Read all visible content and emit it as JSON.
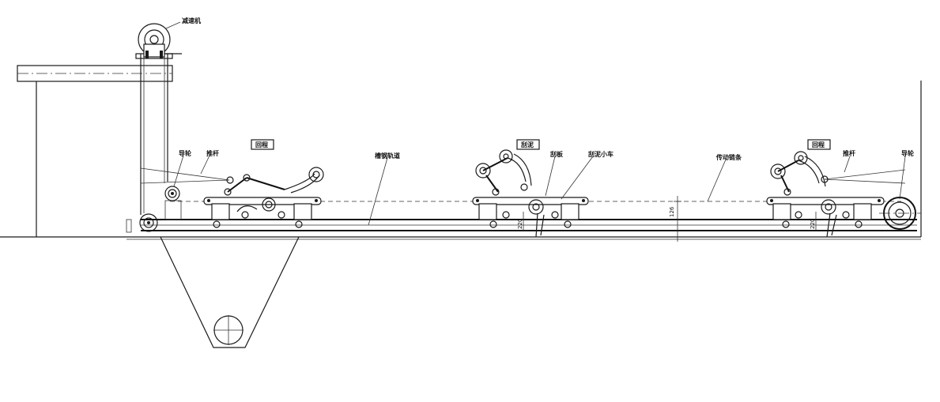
{
  "labels": {
    "reducer": "减速机",
    "guide_wheel_left": "导轮",
    "push_rod_left": "推杆",
    "state_box_left": "回程",
    "track": "槽钢轨道",
    "state_box_mid": "刮泥",
    "scraper": "刮板",
    "trolley": "刮泥小车",
    "chain": "传动链条",
    "state_box_right": "回程",
    "push_rod_right": "推杆",
    "guide_wheel_right": "导轮"
  },
  "dimensions": {
    "height_mark": "126",
    "height_left": "220",
    "height_right": "220"
  }
}
